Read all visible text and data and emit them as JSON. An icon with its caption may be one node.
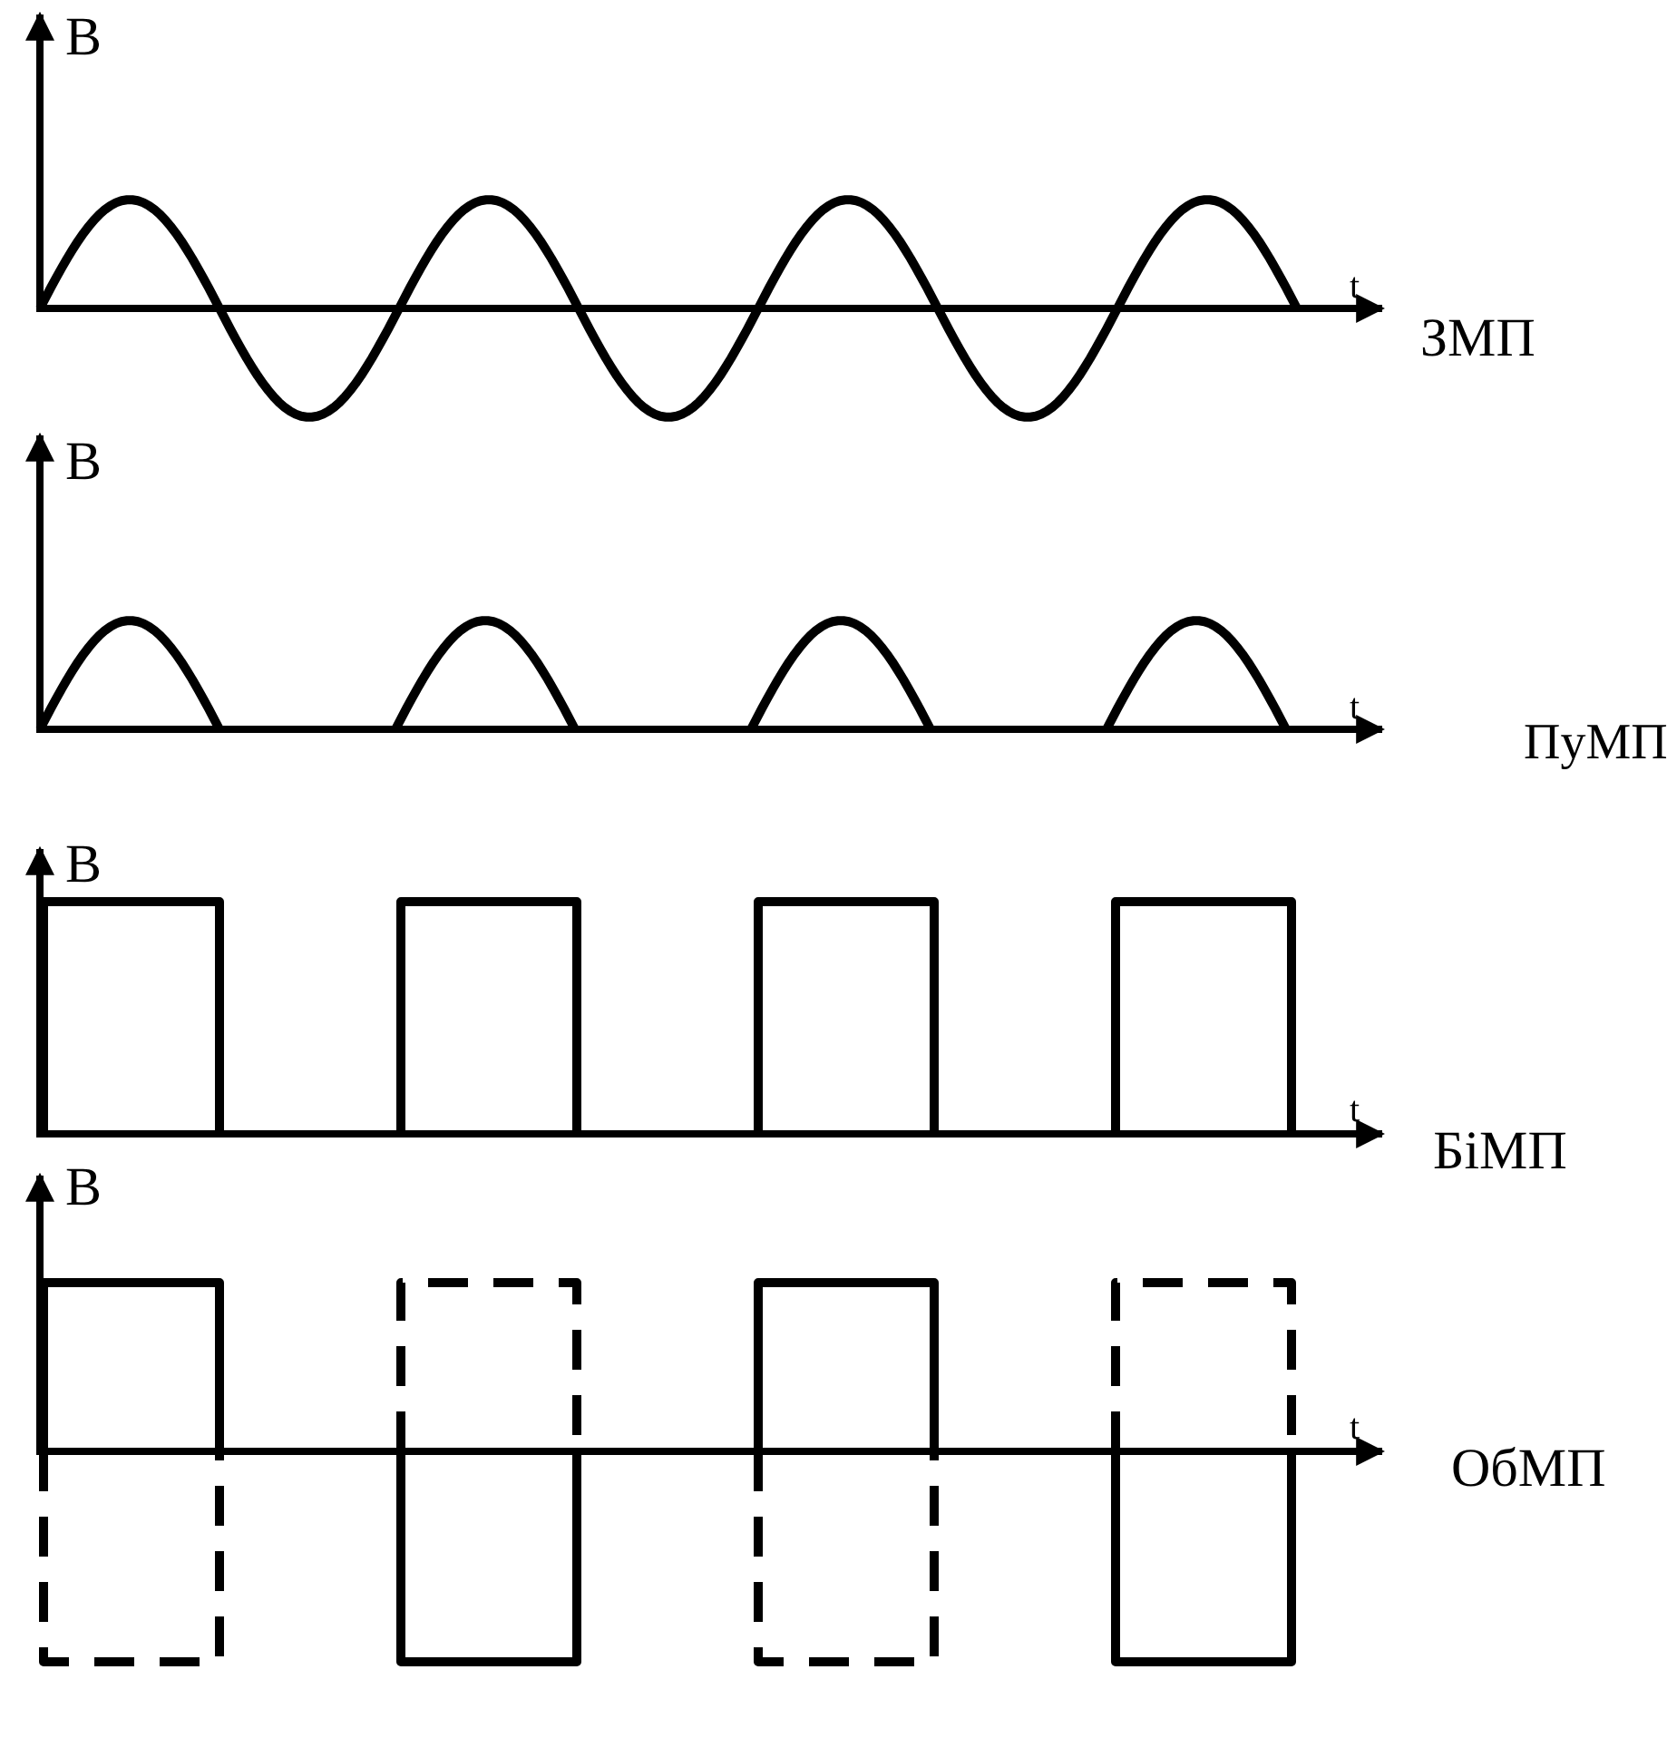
{
  "diagram": {
    "labels": [
      "B",
      "t",
      "ЗМП",
      "B",
      "t",
      "ПуМП",
      "B",
      "t",
      "БіМП",
      "B",
      "t",
      "ОбМП"
    ]
  }
}
